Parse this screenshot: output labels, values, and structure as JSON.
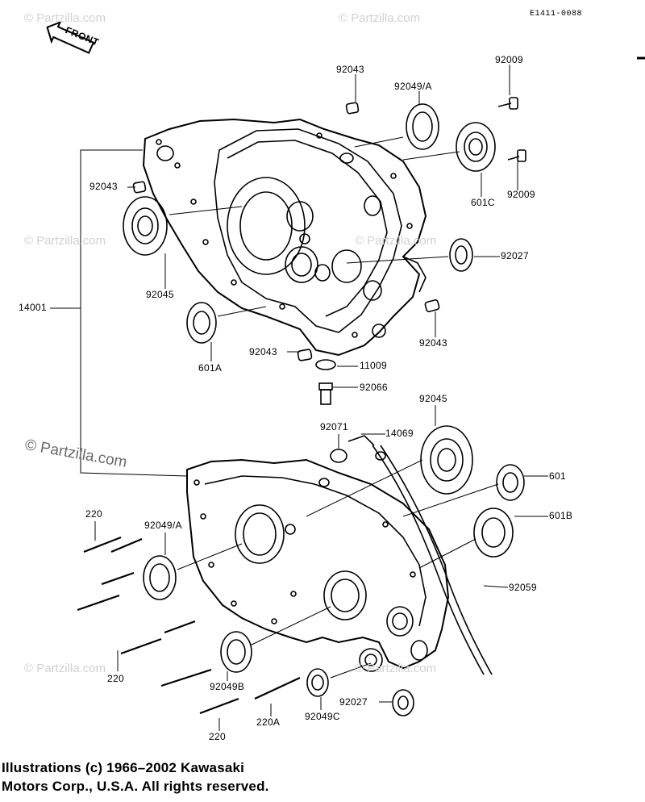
{
  "diagram_code": "E1411-0088",
  "front_label": "FRONT",
  "watermark": "© Partzilla.com",
  "copyright": {
    "line1": "Illustrations (c) 1966–2002 Kawasaki",
    "line2": "Motors Corp., U.S.A.  All rights reserved."
  },
  "parts": {
    "p92043_top": "92043",
    "p92049a_top": "92049/A",
    "p92009_top": "92009",
    "p92009_mid": "92009",
    "p601c": "601C",
    "p92043_left": "92043",
    "p92045_left": "92045",
    "p92027_right": "92027",
    "p14001": "14001",
    "p601a": "601A",
    "p92043_center": "92043",
    "p92043_right": "92043",
    "p11009": "11009",
    "p92066": "92066",
    "p92045_right": "92045",
    "p92071": "92071",
    "p14069": "14069",
    "p601": "601",
    "p601b": "601B",
    "p220_top": "220",
    "p92049a_lower": "92049/A",
    "p92059": "92059",
    "p220_mid": "220",
    "p92049b": "92049B",
    "p92027_bottom": "92027",
    "p220a": "220A",
    "p92049c": "92049C",
    "p220_bottom": "220"
  }
}
